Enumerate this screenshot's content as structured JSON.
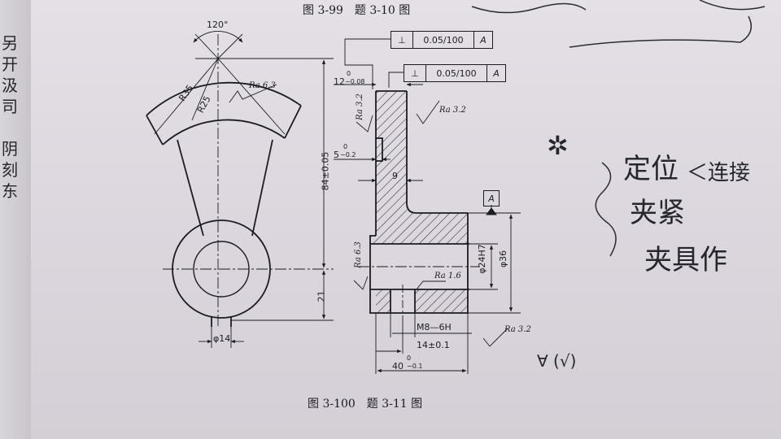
{
  "captions": {
    "top": "图 3-99　题 3-10 图",
    "bottom": "图 3-100　题 3-11 图"
  },
  "left_drawing": {
    "angle": "120°",
    "r35": "R35",
    "r25": "R25",
    "ra_top": "Ra 6.3",
    "dim_84": "84±0.05",
    "dim_21": "21",
    "dia_14": "φ14"
  },
  "right_drawing": {
    "tol1": {
      "symbol": "⊥",
      "value": "0.05/100",
      "datum": "A"
    },
    "tol2": {
      "symbol": "⊥",
      "value": "0.05/100",
      "datum": "A"
    },
    "dim_12": "12",
    "dim_12_tol_upper": "0",
    "dim_12_tol_lower": "−0.08",
    "dim_5": "5",
    "dim_5_tol_upper": "0",
    "dim_5_tol_lower": "−0.2",
    "dim_9": "9",
    "ra_32_a": "Ra 3.2",
    "ra_32_b": "Ra 3.2",
    "ra_32_c": "Ra 3.2",
    "ra_63": "Ra 6.3",
    "ra_16": "Ra 1.6",
    "datum_a": "A",
    "dia_24": "φ24H7",
    "dia_36": "φ36",
    "thread": "M8—6H",
    "dim_14": "14±0.1",
    "dim_40": "40",
    "dim_40_tol_upper": "0",
    "dim_40_tol_lower": "−0.1"
  },
  "handwriting": {
    "mark": "✲",
    "line1": "定位",
    "line1_note": "＜连接",
    "line2": "夹紧",
    "line3": "夹具作",
    "check": "∀ (√)",
    "left_margin": "另\n开\n汲\n司\n\n阴\n刻\n东"
  }
}
